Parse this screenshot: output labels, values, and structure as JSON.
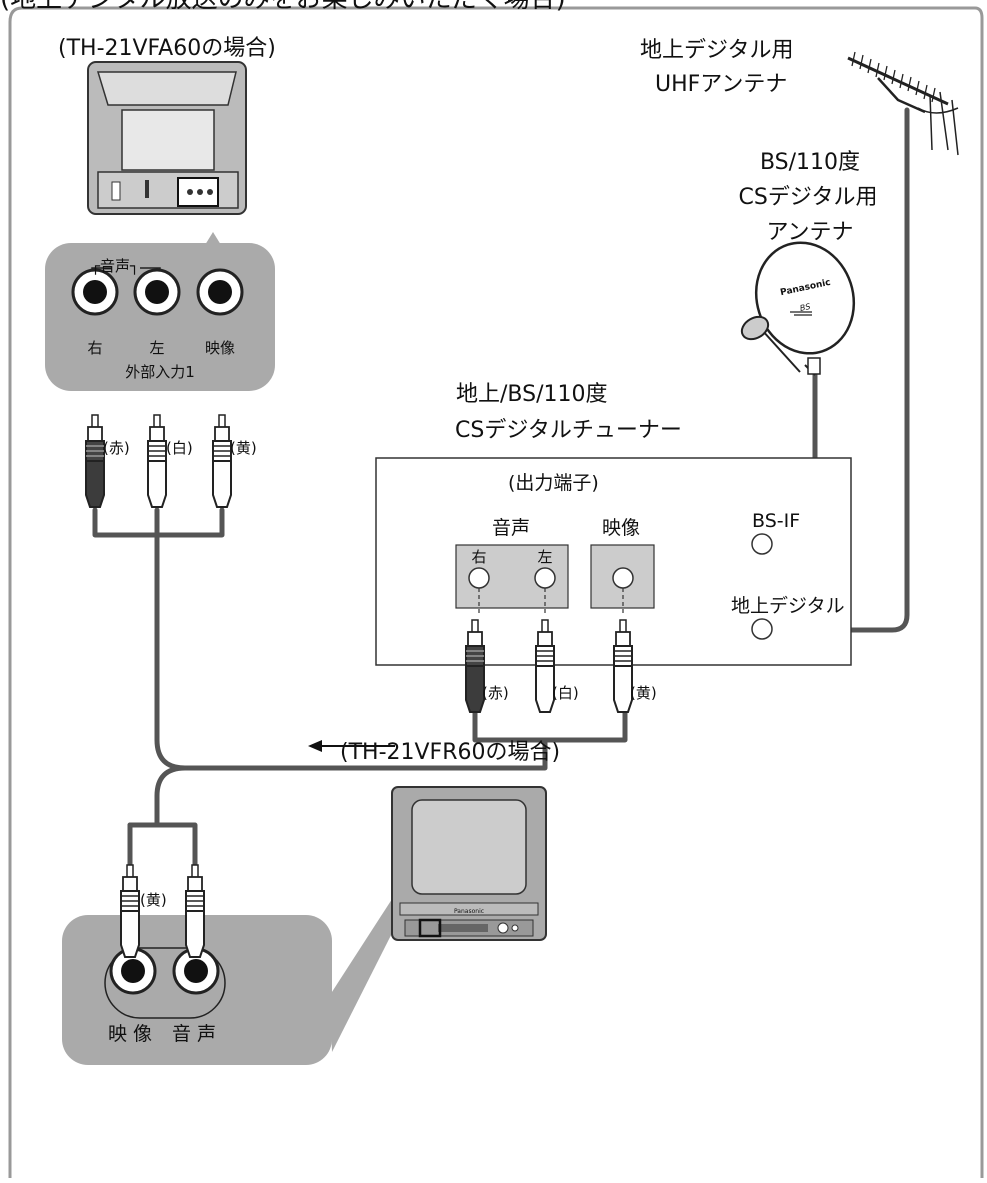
{
  "top_clipped_title": "(地上デジタル放送のみをお楽しみいただく場合)",
  "tv_a": {
    "model": "(TH-21VFA60の場合)",
    "audio_group": "┌音声┐",
    "right": "右",
    "left": "左",
    "video": "映像",
    "input_name": "外部入力1"
  },
  "cable_a": {
    "red": "(赤)",
    "white": "(白)",
    "yellow": "(黄)"
  },
  "antenna_uhf": [
    "地上デジタル用",
    "UHFアンテナ"
  ],
  "antenna_bs": {
    "lines": [
      "BS/110度",
      "CSデジタル用",
      "アンテナ"
    ],
    "brand": "Panasonic",
    "mark": "BS"
  },
  "tuner": {
    "title": [
      "地上/BS/110度",
      "CSデジタルチューナー"
    ],
    "output": "(出力端子)",
    "audio": "音声",
    "video": "映像",
    "right": "右",
    "left": "左",
    "bsif": "BS-IF",
    "terrestrial": "地上デジタル"
  },
  "cable_b": {
    "red": "(赤)",
    "white": "(白)",
    "yellow": "(黄)"
  },
  "tv_b": {
    "model": "(TH-21VFR60の場合)",
    "cable_yellow": "(黄)",
    "video": "映 像",
    "audio": "音 声",
    "brand": "Panasonic"
  },
  "colors": {
    "panel_gray": "#aaaaaa",
    "cable": "#555555",
    "red_plug": "#3c3c3c"
  }
}
